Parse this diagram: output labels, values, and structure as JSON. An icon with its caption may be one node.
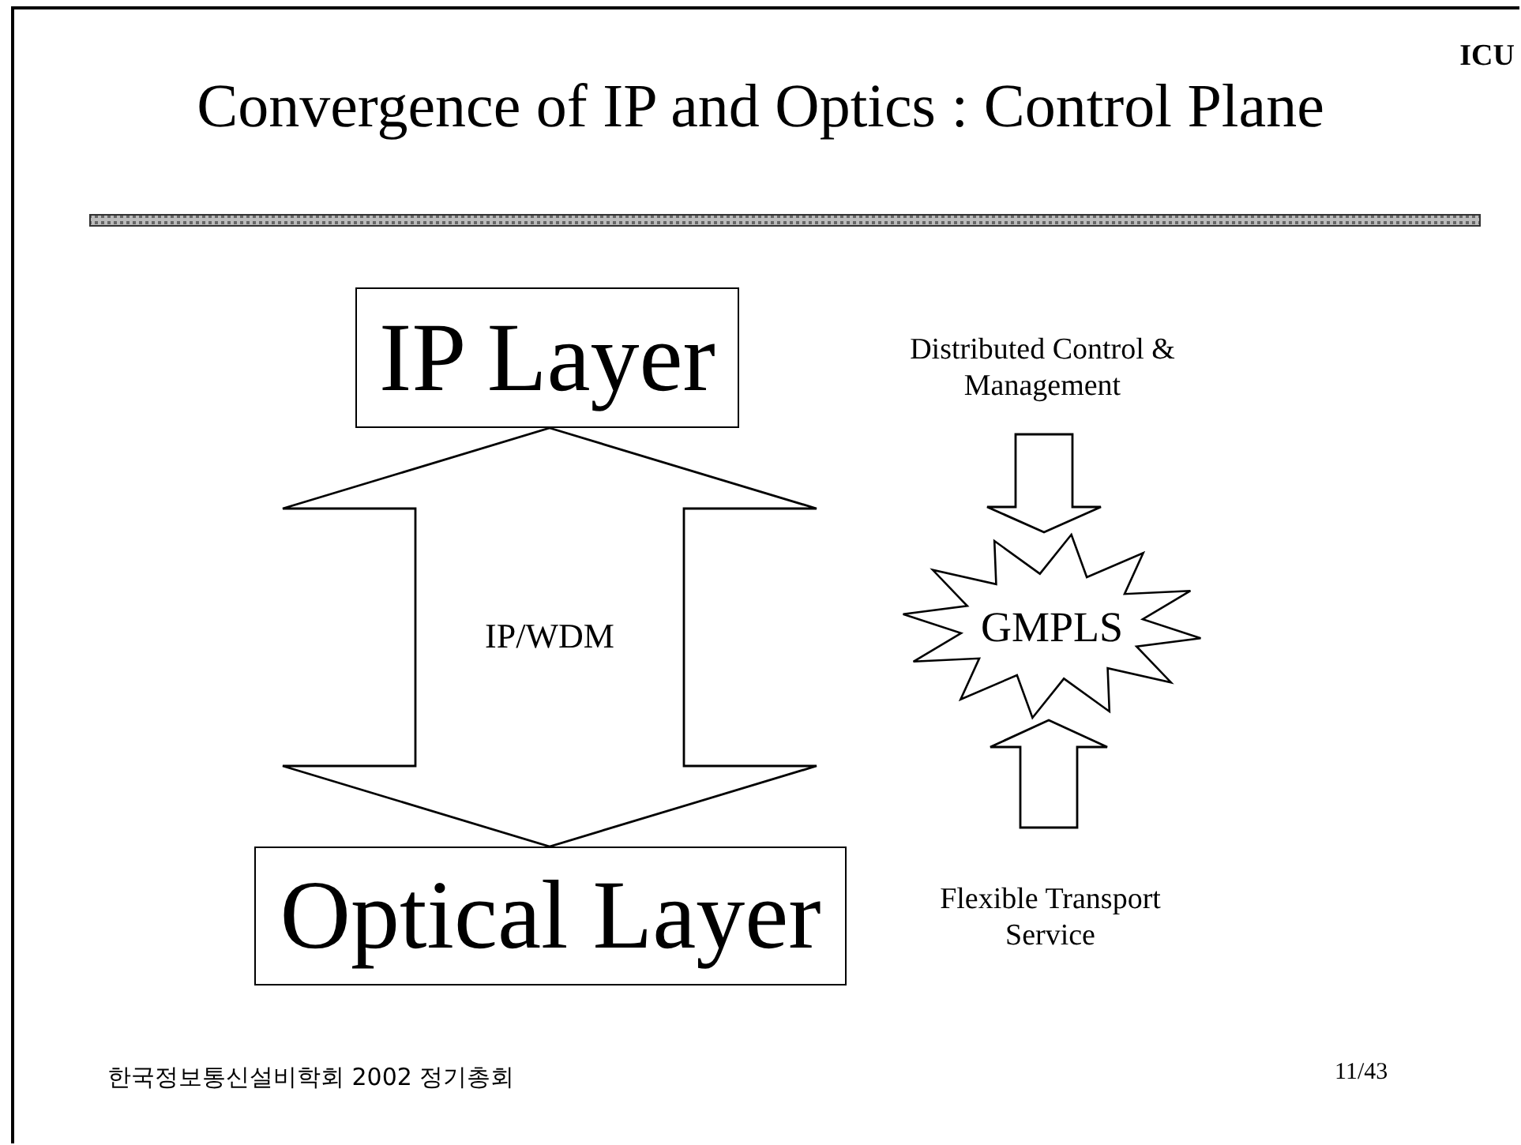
{
  "diagram": {
    "title": "Convergence of IP and Optics : Control Plane",
    "nodes": [
      {
        "text": [
          "IP Layer"
        ]
      },
      {
        "text": [
          "Optical Layer"
        ]
      },
      {
        "text": [
          "GMPLS"
        ]
      },
      {
        "text": [
          "Distributed Control & Management"
        ]
      },
      {
        "text": [
          "Flexible Transport Service"
        ]
      }
    ],
    "edges": [
      {
        "from": 0,
        "to": 1,
        "arrow": "both",
        "label": "IP/WDM"
      },
      {
        "from": 3,
        "to": 2,
        "arrow": "to"
      },
      {
        "from": 4,
        "to": 2,
        "arrow": "to"
      }
    ],
    "labels": [
      "ICU",
      "한국정보통신설비학회 2002 정기총회",
      "11/43"
    ]
  }
}
